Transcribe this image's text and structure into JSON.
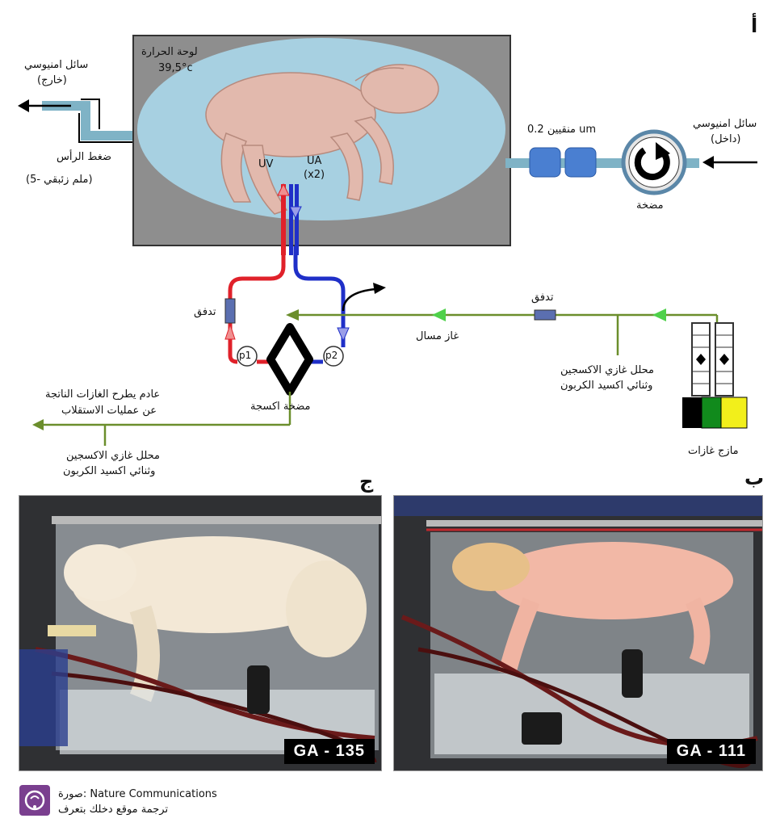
{
  "panels": {
    "a": "أ",
    "b": "ب",
    "c": "ج"
  },
  "diagram": {
    "heat_plate": "لوحة الحرارة",
    "temperature": "39,5°c",
    "amniotic_out_1": "سائل امنيوسي",
    "amniotic_out_2": "(خارج)",
    "head_pressure_1": "ضغط الرأس",
    "head_pressure_2": "(5- ملم زئبقي)",
    "uv": "UV",
    "ua_1": "UA",
    "ua_2": "(x2)",
    "filters": "منقيين 0.2 um",
    "amniotic_in_1": "سائل امنيوسي",
    "amniotic_in_2": "(داخل)",
    "pump": "مضخة",
    "flow_left": "تدفق",
    "flow_right": "تدفق",
    "p1": "p1",
    "p2": "p2",
    "sweep_gas": "غاز مسال",
    "oxygenator_pump": "مضخة اكسجة",
    "analyzer_top_1": "محلل غازي الاكسجين",
    "analyzer_top_2": "وثنائي اكسيد الكربون",
    "exhaust_1": "عادم يطرح الغازات الناتجة",
    "exhaust_2": "عن عمليات الاستقلاب",
    "analyzer_bottom_1": "محلل غازي الاكسجين",
    "analyzer_bottom_2": "وثنائي اكسيد الكربون",
    "gas_mixer": "مازج غازات"
  },
  "photos": {
    "left_badge": "GA - 135",
    "right_badge": "GA - 111"
  },
  "credit": {
    "line1": "صورة: Nature Communications",
    "line2": "ترجمة موقع دخلك بتعرف"
  },
  "colors": {
    "blood_red": "#e0212a",
    "blood_blue": "#1f2fc8",
    "gas_green": "#6b8e2c",
    "fluid_teal": "#7fb3c6",
    "bag_blue": "#a9d4e6",
    "frame_grey": "#8e8e8e",
    "badge_purple": "#7a3f8f"
  }
}
